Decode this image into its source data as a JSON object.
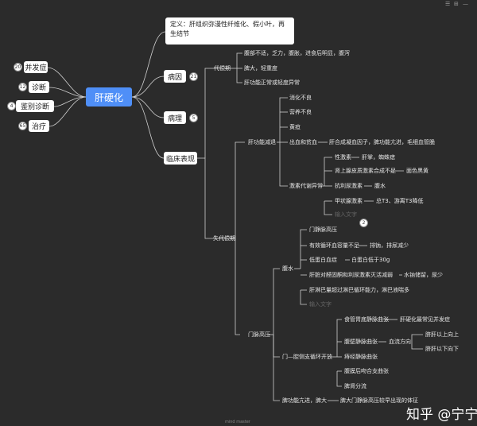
{
  "root": "肝硬化",
  "definition": "定义：肝组织弥漫性纤维化、假小叶，再生结节",
  "left": [
    {
      "label": "并发症",
      "badge": "20"
    },
    {
      "label": "诊断",
      "badge": "12"
    },
    {
      "label": "鉴别诊断",
      "badge": "4"
    },
    {
      "label": "治疗",
      "badge": "65"
    }
  ],
  "right": {
    "cause": {
      "label": "病因",
      "badge": "21"
    },
    "pathology": {
      "label": "病理",
      "badge": "5"
    },
    "clinical": {
      "label": "临床表现"
    }
  },
  "compensated": {
    "label": "代偿期",
    "items": [
      "腹部不适，乏力，腹胀，进食后明显，腹泻",
      "脾大，轻重度",
      "肝功能正常或轻度异常"
    ]
  },
  "decompensated": {
    "label": "失代偿期",
    "badge": "2"
  },
  "liver_dysfunction": {
    "label": "肝功能减退",
    "items": [
      "消化不良",
      "营养不良",
      "黄疸",
      "出血和贫血"
    ],
    "bleeding_detail": "肝合成凝血因子，脾功能亢进，毛细血管脆",
    "hormone": {
      "label": "激素代谢异常",
      "items": [
        {
          "label": "性激素",
          "detail": "肝掌，蜘蛛痣"
        },
        {
          "label": "肾上腺皮质激素合成不足",
          "detail": "面色黑黄"
        },
        {
          "label": "抗利尿激素",
          "detail": "腹水"
        },
        {
          "label": "甲状腺激素",
          "detail": "总T3、游离T3降低"
        }
      ],
      "placeholder": "输入文字"
    }
  },
  "portal": {
    "label": "门脉高压",
    "ascites": {
      "label": "腹水",
      "items": [
        {
          "label": "门静脉高压"
        },
        {
          "label": "有效循环血容量不足",
          "detail": "排钠，排尿减少"
        },
        {
          "label": "低蛋白血症",
          "detail": "白蛋白低于30g"
        },
        {
          "label": "肝脏对醛固酮和利尿激素灭活减弱",
          "detail": "水钠储留，尿少"
        },
        {
          "label": "肝淋巴量超过淋巴循环能力，淋巴液喘多"
        }
      ],
      "placeholder": "输入文字"
    },
    "collateral": {
      "label": "门—腔侧支循环开放",
      "items": [
        {
          "label": "食管胃底静脉曲张",
          "detail": "肝硬化最常见并发症"
        },
        {
          "label": "腹壁静脉曲张",
          "detail": "血流方向"
        },
        {
          "label": "痔经静脉曲张"
        },
        {
          "label": "腹膜后吻合支曲张"
        },
        {
          "label": "脾肾分流"
        }
      ],
      "flow": [
        "脐肝以上向上",
        "脐肝以下向下"
      ]
    },
    "spleen": {
      "label": "脾功能亢进，脾大",
      "detail": "脾大门静脉高压较早出现的体征"
    }
  },
  "watermark": "知乎 @宁宁",
  "footer": "mind master",
  "window_controls": [
    "☰",
    "⊞",
    "—"
  ]
}
